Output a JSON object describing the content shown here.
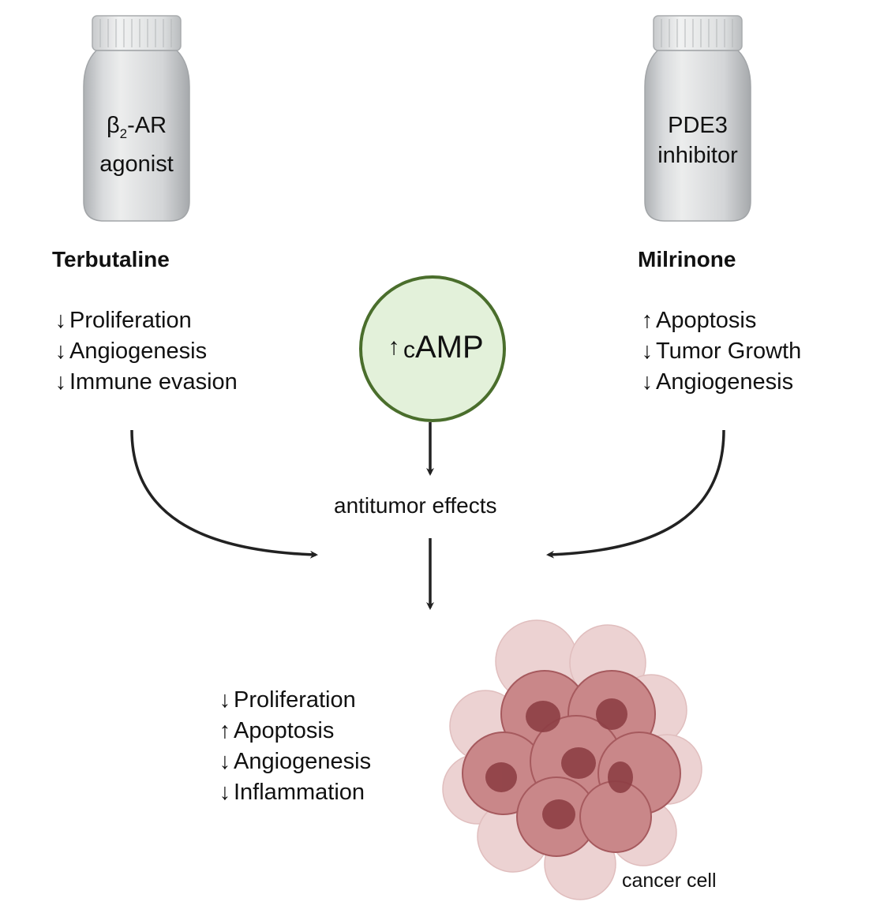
{
  "left": {
    "bottle_line1_main": "β",
    "bottle_line1_sub": "2",
    "bottle_line1_rest": "-AR",
    "bottle_line2": "agonist",
    "drug_name": "Terbutaline",
    "effects": [
      {
        "arrow": "↓",
        "text": "Proliferation"
      },
      {
        "arrow": "↓",
        "text": "Angiogenesis"
      },
      {
        "arrow": "↓",
        "text": "Immune evasion"
      }
    ]
  },
  "right": {
    "bottle_line1": "PDE3",
    "bottle_line2": "inhibitor",
    "drug_name": "Milrinone",
    "effects": [
      {
        "arrow": "↑",
        "text": "Apoptosis"
      },
      {
        "arrow": "↓",
        "text": "Tumor Growth"
      },
      {
        "arrow": "↓",
        "text": "Angiogenesis"
      }
    ]
  },
  "center": {
    "camp_arrow": "↑",
    "camp_c": "c",
    "camp_text": "AMP",
    "antitumor_label": "antitumor effects"
  },
  "bottom": {
    "effects": [
      {
        "arrow": "↓",
        "text": "Proliferation"
      },
      {
        "arrow": "↑",
        "text": "Apoptosis"
      },
      {
        "arrow": "↓",
        "text": "Angiogenesis"
      },
      {
        "arrow": "↓",
        "text": "Inflammation"
      }
    ],
    "cancer_label": "cancer cell"
  },
  "colors": {
    "circle_fill": "#e3f1da",
    "circle_stroke": "#4a6e2c",
    "arrow": "#222222",
    "bottle": "#d6d8da",
    "cell": "#b86a6d",
    "nucleus": "#8e3f45"
  }
}
